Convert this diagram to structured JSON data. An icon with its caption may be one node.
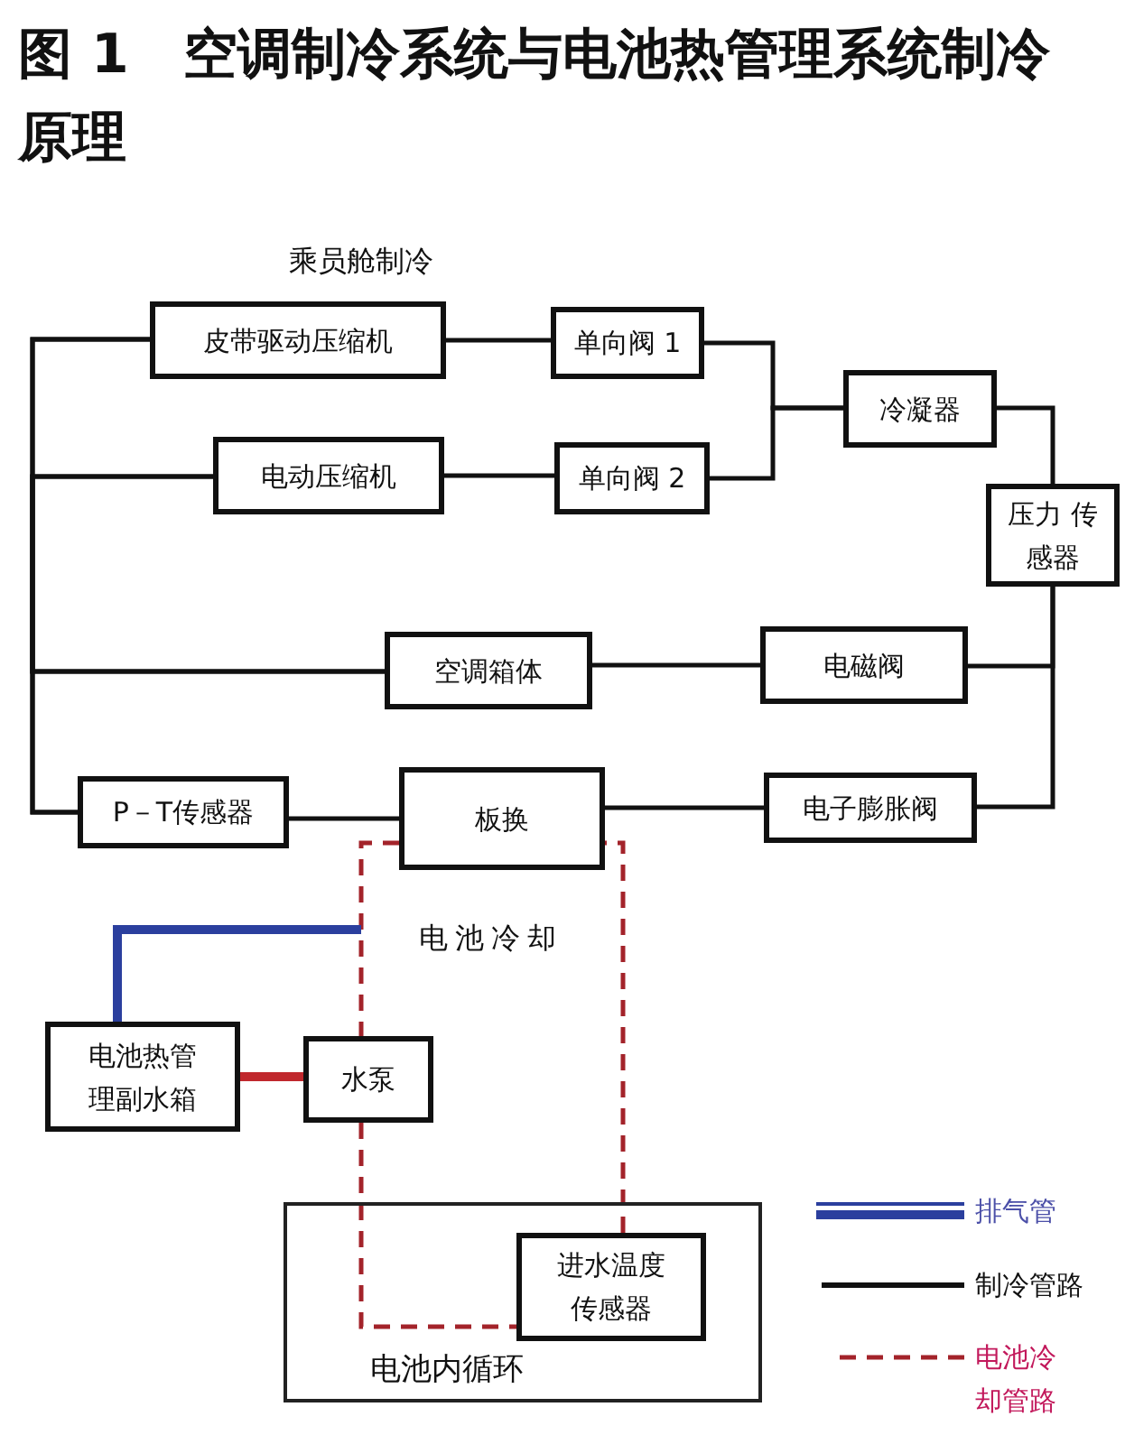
{
  "diagram": {
    "title": "图 1　空调制冷系统与电池热管理系统制冷原理",
    "nodes": [
      {
        "text": [
          "皮带驱动压缩机"
        ]
      },
      {
        "text": [
          "单向阀 1"
        ]
      },
      {
        "text": [
          "电动压缩机"
        ]
      },
      {
        "text": [
          "单向阀 2"
        ]
      },
      {
        "text": [
          "冷凝器"
        ]
      },
      {
        "text": [
          "压力 传感器"
        ]
      },
      {
        "text": [
          "空调箱体"
        ]
      },
      {
        "text": [
          "电磁阀"
        ]
      },
      {
        "text": [
          "P－T传感器"
        ]
      },
      {
        "text": [
          "板换"
        ]
      },
      {
        "text": [
          "电子膨胀阀"
        ]
      },
      {
        "text": [
          "电池热管理副水箱"
        ]
      },
      {
        "text": [
          "水泵"
        ]
      },
      {
        "text": [
          "电池内循环"
        ]
      },
      {
        "text": [
          "进水温度传感器"
        ],
        "in": 13
      }
    ],
    "edges": [
      {
        "from": 0,
        "to": 1,
        "arrow": "none"
      },
      {
        "from": 2,
        "to": 3,
        "arrow": "none"
      },
      {
        "from": 1,
        "to": 4,
        "arrow": "none"
      },
      {
        "from": 3,
        "to": 4,
        "arrow": "none"
      },
      {
        "from": 4,
        "to": 5,
        "arrow": "none"
      },
      {
        "from": 5,
        "to": 7,
        "arrow": "none"
      },
      {
        "from": 5,
        "to": 10,
        "arrow": "none"
      },
      {
        "from": 7,
        "to": 6,
        "arrow": "none"
      },
      {
        "from": 10,
        "to": 9,
        "arrow": "none"
      },
      {
        "from": 9,
        "to": 8,
        "arrow": "none"
      },
      {
        "from": 6,
        "to": 0,
        "arrow": "none"
      },
      {
        "from": 6,
        "to": 2,
        "arrow": "none"
      },
      {
        "from": 8,
        "to": 0,
        "arrow": "none"
      },
      {
        "from": 8,
        "to": 2,
        "arrow": "none"
      },
      {
        "from": 9,
        "to": 12,
        "arrow": "none",
        "style": "dashed",
        "color": "#a3232a"
      },
      {
        "from": 12,
        "to": 14,
        "arrow": "none",
        "style": "dashed",
        "color": "#a3232a"
      },
      {
        "from": 14,
        "to": 9,
        "arrow": "none",
        "style": "dashed",
        "color": "#a3232a"
      },
      {
        "from": 11,
        "to": 12,
        "arrow": "none",
        "style": "thick",
        "color": "#c0282d"
      },
      {
        "from": 11,
        "to": null,
        "arrow": "none",
        "style": "thick",
        "color": "#2b3f9e"
      }
    ],
    "labels": [
      "乘员舱制冷",
      "电池冷却"
    ],
    "legend": [
      {
        "text": "排气管"
      },
      {
        "text": "制冷管路"
      },
      {
        "text": "电池冷却管路"
      }
    ]
  }
}
